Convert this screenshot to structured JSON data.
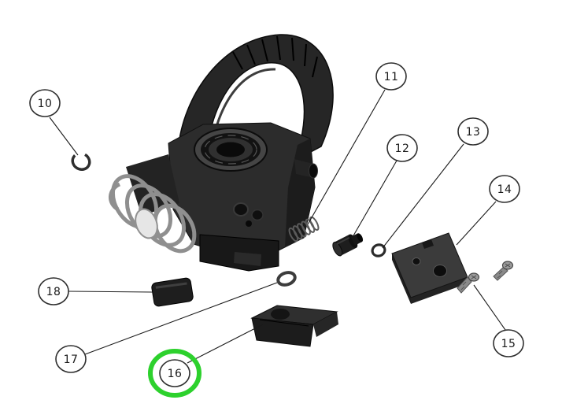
{
  "diagram": {
    "kind": "exploded-parts-diagram",
    "background": "#ffffff",
    "callouts": [
      {
        "number": "10"
      },
      {
        "number": "11"
      },
      {
        "number": "12"
      },
      {
        "number": "13"
      },
      {
        "number": "14"
      },
      {
        "number": "15"
      },
      {
        "number": "16"
      },
      {
        "number": "17"
      },
      {
        "number": "18"
      }
    ],
    "highlight": {
      "callout": "16",
      "color": "#2dd12d"
    }
  }
}
